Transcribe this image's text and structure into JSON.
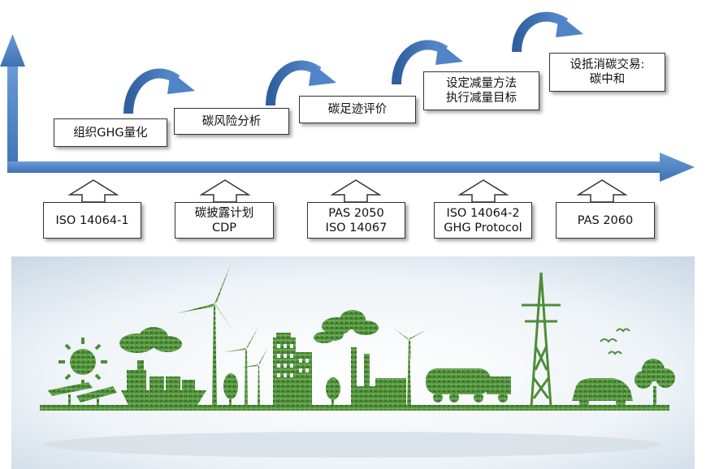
{
  "colors": {
    "axis": "#4a7fc1",
    "axis_dark": "#3a6aa8",
    "box_border": "#333333",
    "scene_bg": "#eef3f7",
    "green": "#4e8d3a",
    "green_light": "#7bb55a",
    "green_dark": "#2f6b2a"
  },
  "steps": [
    {
      "line1": "组织GHG量化",
      "line2": ""
    },
    {
      "line1": "碳风险分析",
      "line2": ""
    },
    {
      "line1": "碳足迹评价",
      "line2": ""
    },
    {
      "line1": "设定减量方法",
      "line2": "执行减量目标"
    },
    {
      "line1": "设抵消碳交易:",
      "line2": "碳中和"
    }
  ],
  "standards": [
    {
      "line1": "ISO 14064-1",
      "line2": ""
    },
    {
      "line1": "碳披露计划",
      "line2": "CDP"
    },
    {
      "line1": "PAS 2050",
      "line2": "ISO 14067"
    },
    {
      "line1": "ISO 14064-2",
      "line2": "GHG Protocol"
    },
    {
      "line1": "PAS 2060",
      "line2": ""
    }
  ],
  "icons": {
    "curved_arrow": "curved-arrow-icon",
    "up_arrow": "up-arrow-icon",
    "scene": "green-city-illustration"
  }
}
